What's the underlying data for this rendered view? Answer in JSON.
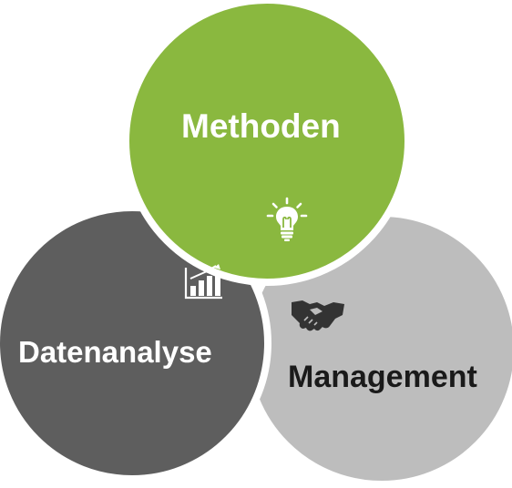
{
  "diagram": {
    "circles": [
      {
        "key": "methoden",
        "label": "Methoden",
        "color": "#8ab83f",
        "icon": "lightbulb-icon"
      },
      {
        "key": "datenanalyse",
        "label": "Datenanalyse",
        "color": "#5e5e5e",
        "icon": "bar-chart-icon"
      },
      {
        "key": "management",
        "label": "Management",
        "color": "#bdbdbd",
        "icon": "handshake-icon"
      }
    ]
  }
}
